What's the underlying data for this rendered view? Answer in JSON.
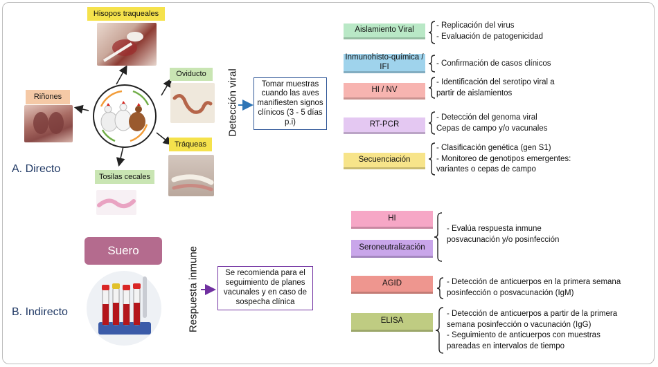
{
  "direct": {
    "section_label": "A. Directo",
    "center_label": "Detección viral",
    "instruction": "Tomar muestras cuando las aves manifiesten signos clínicos (3 - 5 días p.i)",
    "samples": [
      {
        "label": "Hisopos traqueales"
      },
      {
        "label": "Oviducto"
      },
      {
        "label": "Riñones"
      },
      {
        "label": "Tráqueas"
      },
      {
        "label": "Tosilas cecales"
      }
    ],
    "methods": [
      {
        "label": "Aislamiento Viral",
        "color": "#b9e8c6",
        "desc": [
          "- Replicación del virus",
          "- Evaluación de patogenicidad"
        ]
      },
      {
        "label": "Inmunohisto-química / IFI",
        "color": "#9fd3ec",
        "desc": [
          "- Confirmación de casos clínicos"
        ]
      },
      {
        "label": "HI / NV",
        "color": "#f7b4b0",
        "desc": [
          "- Identificación del serotipo viral a",
          "partir de aislamientos"
        ]
      },
      {
        "label": "RT-PCR",
        "color": "#e4c8f2",
        "desc": [
          "- Detección del genoma viral",
          "Cepas de campo y/o vacunales"
        ]
      },
      {
        "label": "Secuenciación",
        "color": "#f7e48a",
        "desc": [
          "- Clasificación genética (gen S1)",
          "- Monitoreo de genotipos emergentes:",
          "variantes o cepas de campo"
        ]
      }
    ]
  },
  "indirect": {
    "section_label": "B. Indirecto",
    "center_label": "Respuesta inmune",
    "sample_label": "Suero",
    "instruction": "Se recomienda para el seguimiento de planes vacunales y en caso de sospecha clínica",
    "methods": [
      {
        "label": "HI",
        "color": "#f6a7c6"
      },
      {
        "label": "Seroneutralización",
        "color": "#c9a6ea"
      },
      {
        "label": "AGID",
        "color": "#ee968f"
      },
      {
        "label": "ELISA",
        "color": "#bfcc82"
      }
    ],
    "descs": [
      [
        "- Evalúa respuesta  inmune",
        "posvacunación y/o posinfección"
      ],
      [
        "- Detección de anticuerpos en la primera semana",
        "posinfección o posvacunación (IgM)"
      ],
      [
        "- Detección de anticuerpos a partir de la primera",
        "semana posinfección o vacunación (IgG)",
        "- Seguimiento de anticuerpos con muestras",
        "pareadas en intervalos de tiempo"
      ]
    ]
  },
  "colors": {
    "sample_label_yellow": "#f5e24c",
    "sample_label_green": "#c9e5b3",
    "sample_label_peach": "#f5c9a6",
    "suero_box": "#b46b8e",
    "arrow_blue": "#2e75b6",
    "arrow_purple": "#7030a0"
  }
}
